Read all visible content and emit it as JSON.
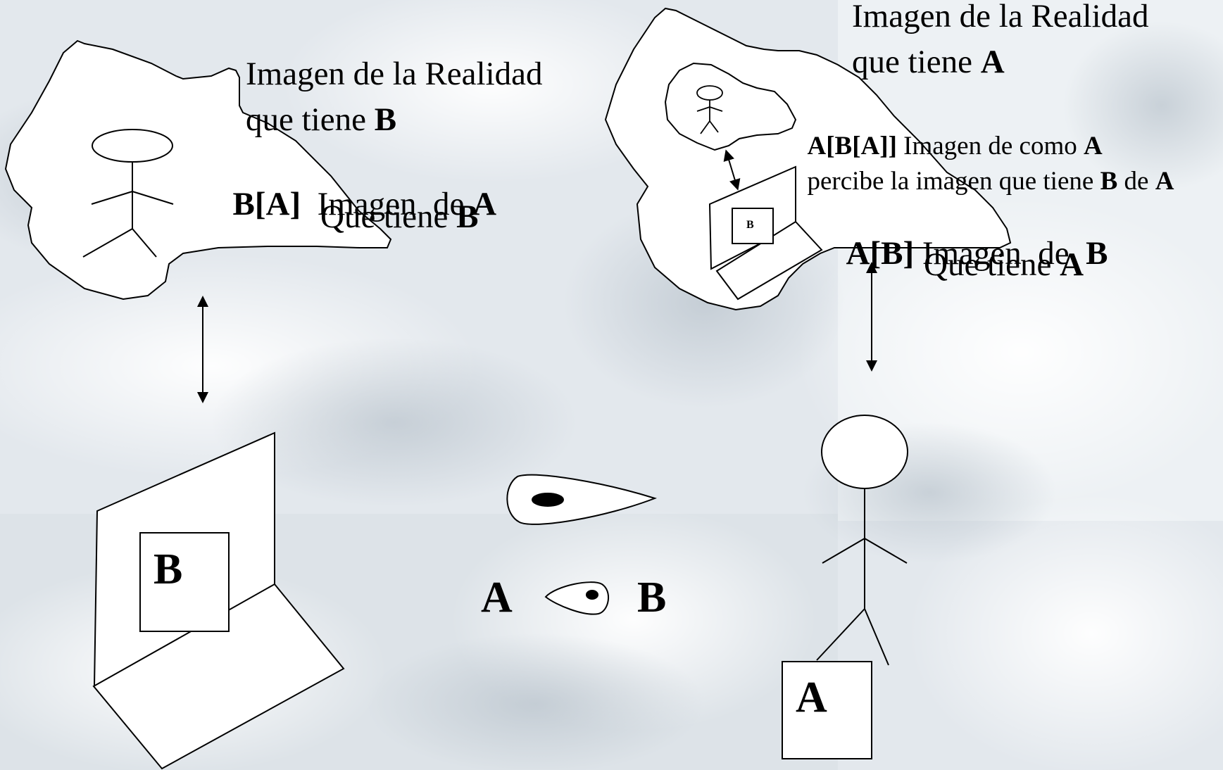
{
  "left": {
    "title_line1": "Imagen de la Realidad",
    "title_line2_prefix": "que tiene ",
    "title_line2_bold": "B",
    "sub_bold": "B[A]",
    "sub_text": "  Imagen  de ",
    "sub_text_bold": "A",
    "sub_line2_prefix": "Que tiene ",
    "sub_line2_bold": "B",
    "screen_letter": "B"
  },
  "right": {
    "title_line1": "Imagen de la Realidad",
    "title_line2_prefix": "que tiene ",
    "title_line2_bold": "A",
    "nested_bold1": "A[B[A]]",
    "nested_text1": " Imagen de como ",
    "nested_bold2": "A",
    "nested_text2": "percibe la imagen que tiene ",
    "nested_bold3": "B",
    "nested_text3": " de ",
    "nested_bold4": "A",
    "sub_bold": "A[B]",
    "sub_text": " Imagen  de  ",
    "sub_text_bold": "B",
    "sub_line2_prefix": "Que tiene ",
    "sub_line2_bold": "A",
    "mini_screen_letter": "B",
    "box_letter": "A"
  },
  "center": {
    "label_a": "A",
    "label_b": "B"
  },
  "colors": {
    "stroke": "#000000",
    "fill": "#ffffff",
    "background": "#e4e9ee"
  }
}
